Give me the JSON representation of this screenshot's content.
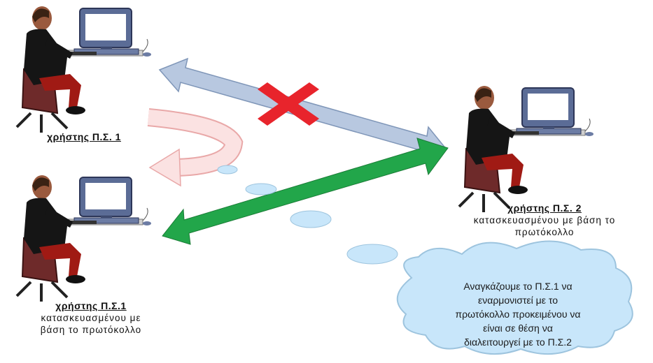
{
  "users": [
    {
      "name": "χρήστης Π.Σ. 1",
      "sub": ""
    },
    {
      "name": "χρήστης Π.Σ.1",
      "sub": "κατασκευασμένου με βάση το πρωτόκολλο"
    },
    {
      "name": "χρήστης Π.Σ. 2",
      "sub": "κατασκευασμένου με βάση το πρωτόκολλο"
    }
  ],
  "user1_sub_lines": [
    "κατασκευασμένου με",
    "βάση το πρωτόκολλο"
  ],
  "user2_sub_lines": [
    "κατασκευασμένου με βάση το",
    "πρωτόκολλο"
  ],
  "cloud_lines": [
    "Αναγκάζουμε το Π.Σ.1 να",
    "εναρμονιστεί με το",
    "πρωτόκολλο προκειμένου να",
    "είναι σε θέση να",
    "διαλειτουργεί με το Π.Σ.2"
  ],
  "icons": [
    "computer-user-icon",
    "blocked-cross-icon",
    "curved-arrow-icon",
    "thought-cloud-icon"
  ],
  "colors": {
    "blocked_arrow": "#b8c8e0",
    "working_arrow": "#22a64a",
    "cross": "#e8242c",
    "curved_arrow": "#f8d8d8",
    "cloud": "#c8e6fa"
  }
}
